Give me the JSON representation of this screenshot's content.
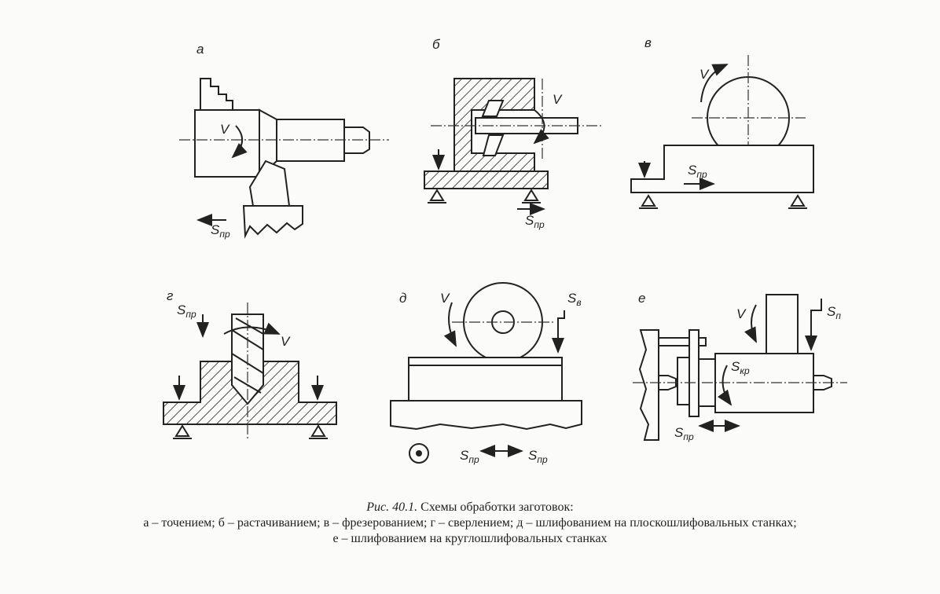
{
  "panels": {
    "a": {
      "letter": "а",
      "v": "V",
      "s": "S",
      "s_sub": "пр"
    },
    "b": {
      "letter": "б",
      "v": "V",
      "s": "S",
      "s_sub": "пр"
    },
    "v": {
      "letter": "в",
      "v": "V",
      "s": "S",
      "s_sub": "пр"
    },
    "g": {
      "letter": "г",
      "v": "V",
      "s": "S",
      "s_sub": "пр"
    },
    "d": {
      "letter": "д",
      "v": "V",
      "s": "S",
      "s_sub": "пр",
      "s2": "S",
      "s2_sub": "пр",
      "sv": "S",
      "sv_sub": "в"
    },
    "e": {
      "letter": "е",
      "v": "V",
      "s": "S",
      "s_sub": "пр",
      "sn": "S",
      "sn_sub": "п",
      "skr": "S",
      "skr_sub": "кр"
    }
  },
  "caption": {
    "title_italic": "Рис. 40.1.",
    "title": " Схемы обработки заготовок:",
    "line2": "а – точением; б – растачиванием; в – фрезерованием; г – сверлением; д – шлифованием на плоскошлифовальных станках;",
    "line3": "е – шлифованием на круглошлифовальных станках"
  }
}
